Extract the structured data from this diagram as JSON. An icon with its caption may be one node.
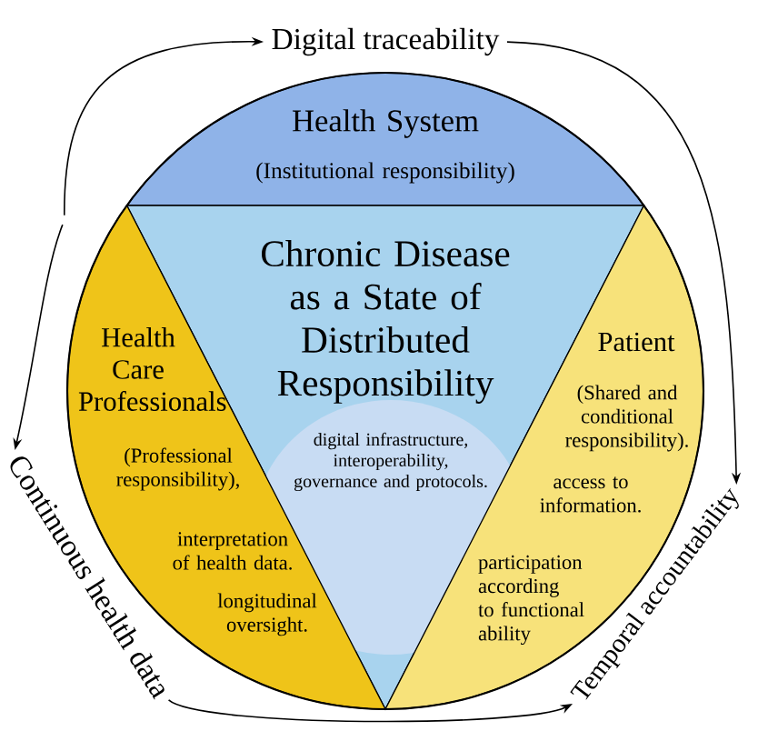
{
  "diagram": {
    "nodes": [
      {
        "text": [
          "Health System",
          "(Institutional responsibility)"
        ]
      },
      {
        "text": [
          "Chronic Disease as a State of Distributed Responsibility"
        ]
      },
      {
        "text": [
          "digital infrastructure, interoperability, governance and protocols."
        ],
        "in": 1
      },
      {
        "text": [
          "Health Care Professionals",
          "(Professional responsibility),",
          "interpretation of health data.",
          "longitudinal oversight."
        ]
      },
      {
        "text": [
          "Patient",
          "(Shared and conditional responsibility).",
          "access to information.",
          "participation according to functional ability"
        ]
      },
      {
        "text": [
          "Digital traceability"
        ]
      },
      {
        "text": [
          "Continuous health data"
        ]
      },
      {
        "text": [
          "Temporal accountability"
        ]
      }
    ],
    "edges": [
      {
        "from": null,
        "to": 5,
        "arrow": "to"
      },
      {
        "from": 5,
        "to": 7,
        "arrow": "to"
      },
      {
        "from": null,
        "to": 6,
        "arrow": "to"
      },
      {
        "from": 6,
        "to": 7,
        "arrow": "to"
      }
    ]
  }
}
